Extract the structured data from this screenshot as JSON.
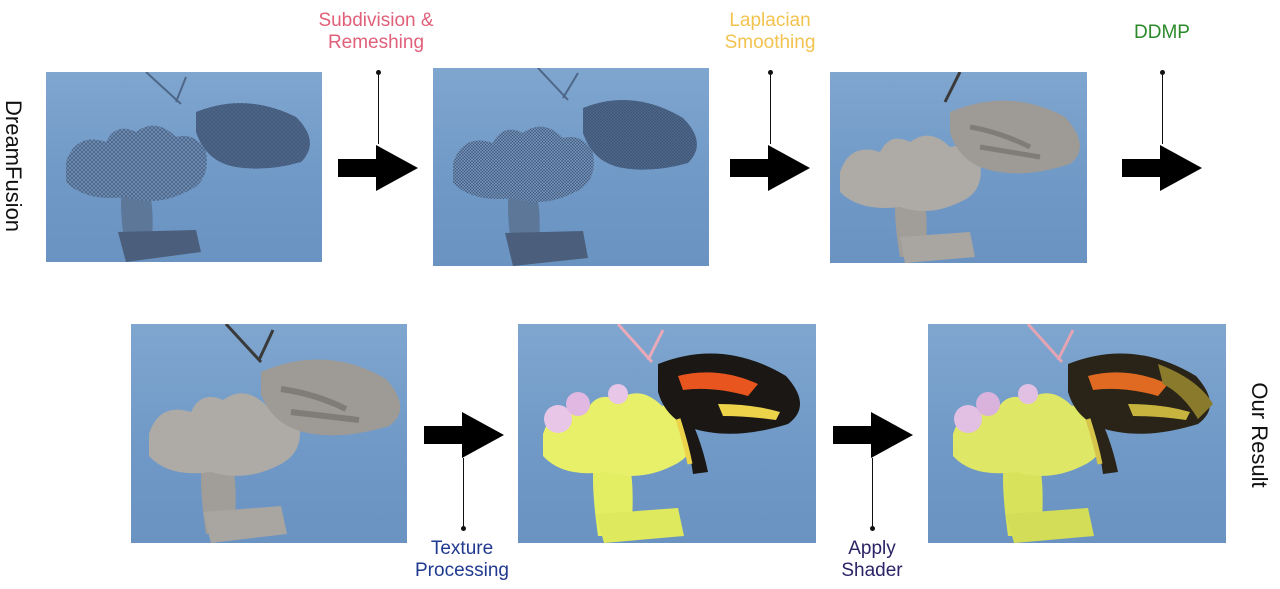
{
  "side_labels": {
    "top": "DreamFusion",
    "bottom": "Our Result"
  },
  "steps": {
    "subdivision": {
      "line1": "Subdivision &",
      "line2": "Remeshing",
      "color": "#e0607a"
    },
    "laplacian": {
      "line1": "Laplacian",
      "line2": "Smoothing",
      "color": "#f3c34f"
    },
    "ddmp": {
      "line1": "DDMP",
      "color": "#2a8a2a"
    },
    "texture": {
      "line1": "Texture",
      "line2": "Processing",
      "color": "#1f3a8f"
    },
    "shader": {
      "line1": "Apply",
      "line2": "Shader",
      "color": "#2b2466"
    }
  },
  "colors": {
    "background": "#ffffff",
    "panel_sky": "#7aa2cc",
    "mesh": "#3e5270",
    "smooth_mesh": "#a9a5a0",
    "flower_yellow": "#e8f06a",
    "flower_pink": "#e7c6e8",
    "wing_orange": "#e8551f",
    "wing_black": "#1b1715"
  }
}
